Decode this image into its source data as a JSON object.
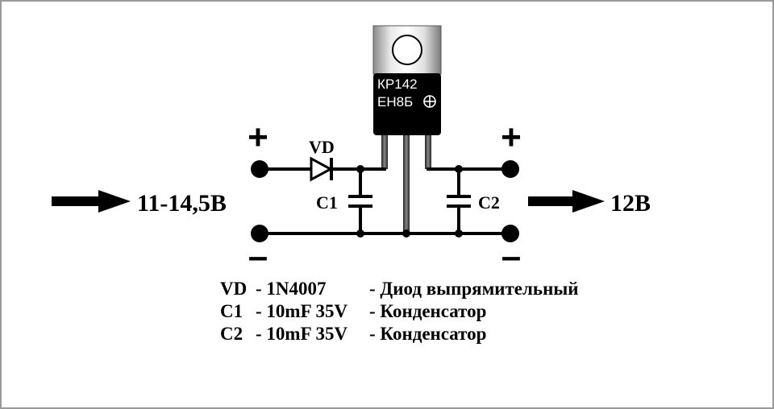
{
  "input": {
    "plus": "+",
    "minus": "–",
    "voltage": "11-14,5В"
  },
  "output": {
    "plus": "+",
    "minus": "–",
    "voltage": "12В"
  },
  "regulator": {
    "line1": "КР142",
    "line2": "ЕН8Б"
  },
  "components": {
    "vd": "VD",
    "c1": "C1",
    "c2": "C2"
  },
  "legend": [
    {
      "ref": "VD",
      "part": "- 1N4007",
      "desc": "- Диод выпрямительный"
    },
    {
      "ref": "C1",
      "part": "- 10mF 35V",
      "desc": "- Конденсатор"
    },
    {
      "ref": "C2",
      "part": "- 10mF 35V",
      "desc": "- Конденсатор"
    }
  ],
  "colors": {
    "line": "#000000",
    "background": "#ffffff",
    "frame": "#999999"
  }
}
